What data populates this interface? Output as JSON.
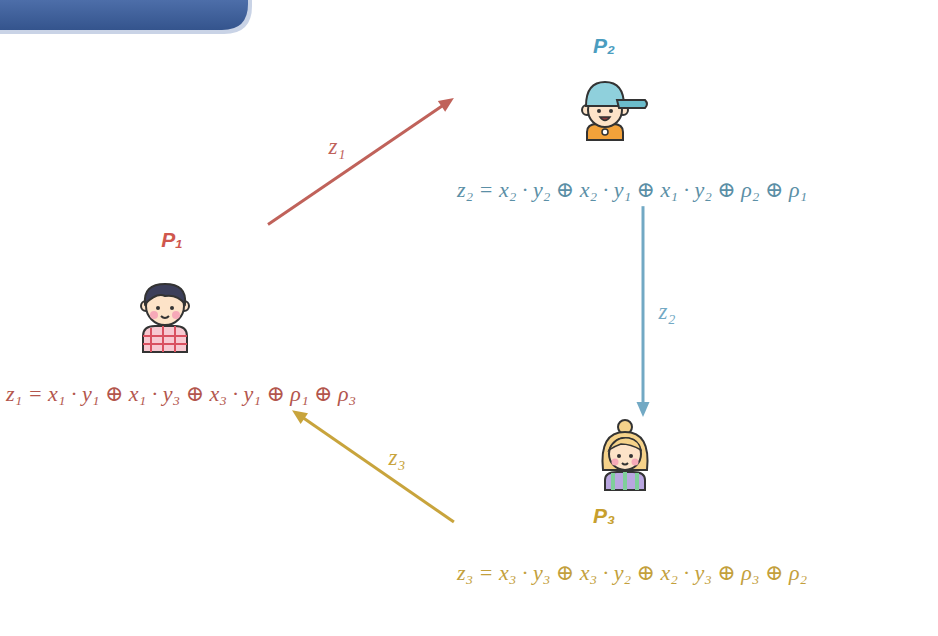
{
  "diagram": {
    "nodes": [
      {
        "text": [
          "P₁",
          "z₁ = x₁ · y₁ ⊕ x₁ · y₃ ⊕ x₃ · y₁ ⊕ ρ₁ ⊕ ρ₃"
        ]
      },
      {
        "text": [
          "P₂",
          "z₂ = x₂ · y₂ ⊕ x₂ · y₁ ⊕ x₁ · y₂ ⊕ ρ₂ ⊕ ρ₁"
        ]
      },
      {
        "text": [
          "P₃",
          "z₃ = x₃ · y₃ ⊕ x₃ · y₂ ⊕ x₂ · y₃ ⊕ ρ₃ ⊕ ρ₂"
        ]
      }
    ],
    "edges": [
      {
        "from": 0,
        "to": 1,
        "label": "z₁",
        "arrow": "to"
      },
      {
        "from": 1,
        "to": 2,
        "label": "z₂",
        "arrow": "to"
      },
      {
        "from": 2,
        "to": 0,
        "label": "z₃",
        "arrow": "to"
      }
    ]
  }
}
